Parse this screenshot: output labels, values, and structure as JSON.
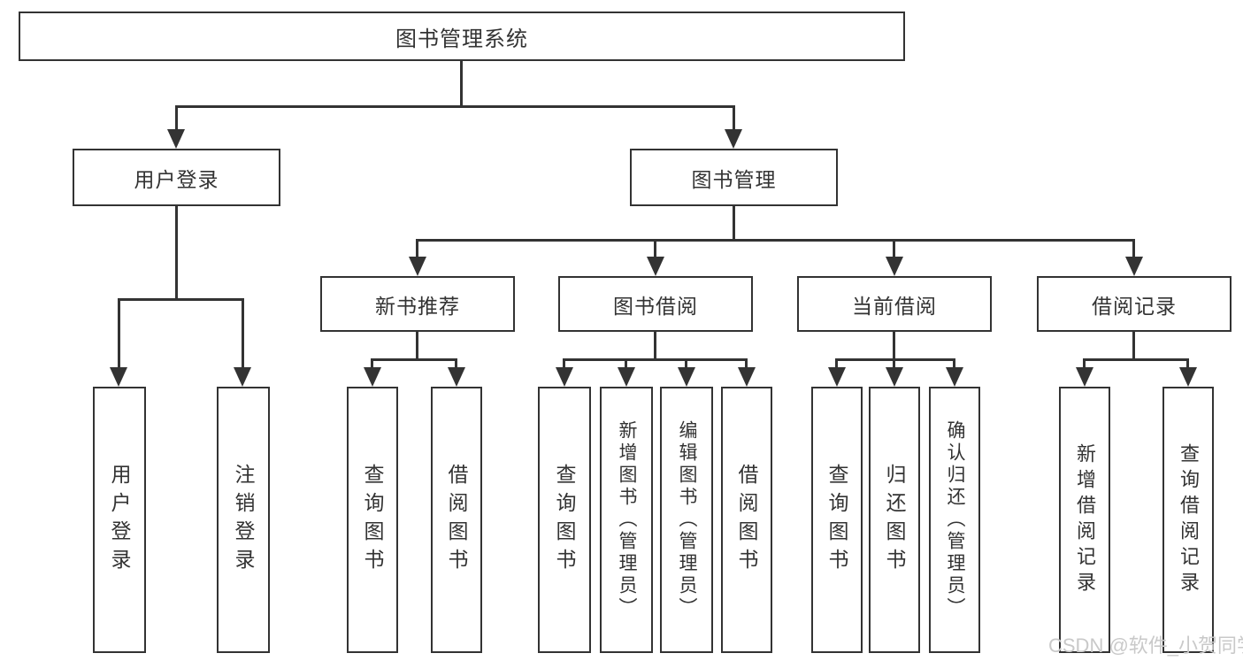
{
  "nodes": {
    "root": "图书管理系统",
    "user_login": "用户登录",
    "book_management": "图书管理",
    "new_book_recommend": "新书推荐",
    "book_borrowing": "图书借阅",
    "current_borrowing": "当前借阅",
    "borrowing_records": "借阅记录",
    "leaf_user_login": "用户登录",
    "leaf_logout": "注销登录",
    "leaf_query_books_a": "查询图书",
    "leaf_borrow_books_a": "借阅图书",
    "leaf_query_books_b": "查询图书",
    "leaf_add_books_admin": "新增图书（管理员）",
    "leaf_edit_books_admin": "编辑图书（管理员）",
    "leaf_borrow_books_b": "借阅图书",
    "leaf_query_books_c": "查询图书",
    "leaf_return_books": "归还图书",
    "leaf_confirm_return_admin": "确认归还（管理员）",
    "leaf_add_borrow_record": "新增借阅记录",
    "leaf_query_borrow_record": "查询借阅记录"
  },
  "watermark": "CSDN @软件_小贺同学",
  "colors": {
    "line": "#333333",
    "text": "#333333",
    "box_background": "#ffffff",
    "watermark": "#c9c9c9",
    "page_background": "#ffffff"
  }
}
